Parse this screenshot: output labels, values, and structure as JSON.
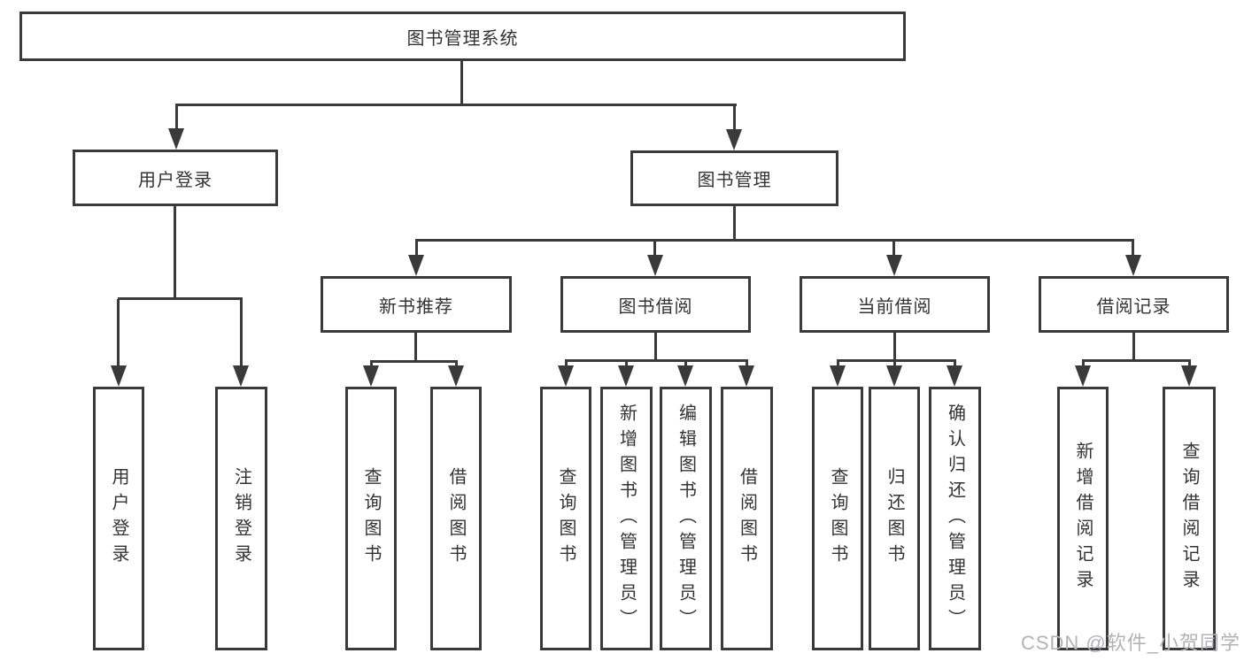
{
  "page": {
    "watermark": "CSDN @软件_小贺同学"
  },
  "colors": {
    "line": "#3a3a3a",
    "text": "#333333",
    "watermark": "#b3b3b7",
    "background": "#ffffff"
  },
  "chart_data": {
    "type": "diagram",
    "diagram_kind": "hierarchy-tree",
    "title": "图书管理系统",
    "edges_note": "top-down tree with arrow connectors"
  },
  "tree": {
    "root": {
      "label": "图书管理系统"
    },
    "level2": [
      {
        "label": "用户登录",
        "parent": "图书管理系统"
      },
      {
        "label": "图书管理",
        "parent": "图书管理系统"
      }
    ],
    "level3": [
      {
        "label": "新书推荐",
        "parent": "图书管理"
      },
      {
        "label": "图书借阅",
        "parent": "图书管理"
      },
      {
        "label": "当前借阅",
        "parent": "图书管理"
      },
      {
        "label": "借阅记录",
        "parent": "图书管理"
      }
    ],
    "leaves": [
      {
        "label": "用户登录",
        "parent": "用户登录"
      },
      {
        "label": "注销登录",
        "parent": "用户登录"
      },
      {
        "label": "查询图书",
        "parent": "新书推荐"
      },
      {
        "label": "借阅图书",
        "parent": "新书推荐"
      },
      {
        "label": "查询图书",
        "parent": "图书借阅"
      },
      {
        "label": "新增图书（管理员）",
        "parent": "图书借阅"
      },
      {
        "label": "编辑图书（管理员）",
        "parent": "图书借阅"
      },
      {
        "label": "借阅图书",
        "parent": "图书借阅"
      },
      {
        "label": "查询图书",
        "parent": "当前借阅"
      },
      {
        "label": "归还图书",
        "parent": "当前借阅"
      },
      {
        "label": "确认归还（管理员）",
        "parent": "当前借阅"
      },
      {
        "label": "新增借阅记录",
        "parent": "借阅记录"
      },
      {
        "label": "查询借阅记录",
        "parent": "借阅记录"
      }
    ]
  }
}
